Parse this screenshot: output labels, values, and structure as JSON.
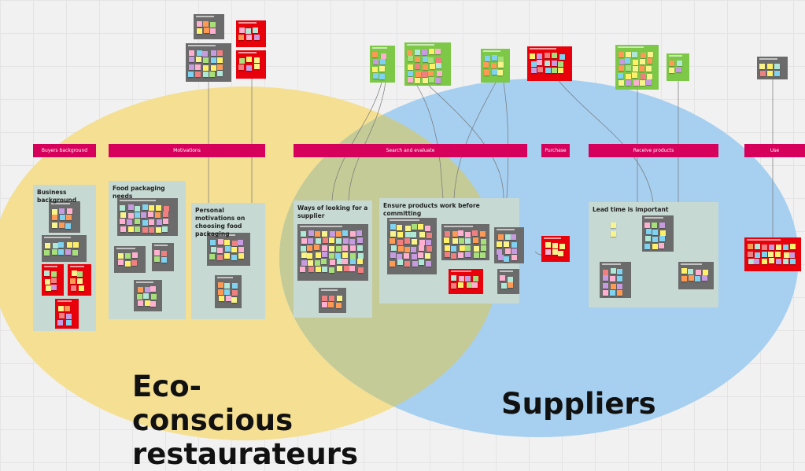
{
  "headers": [
    "Buyers background",
    "Motivations",
    "Search and evaluate",
    "Purchase",
    "Receive products",
    "Use"
  ],
  "panels": {
    "business_background": "Business background",
    "food_packaging_needs": "Food packaging needs",
    "personal_motivations": "Personal motivations on choosing food packaging",
    "ways_of_looking": "Ways of looking for a supplier",
    "ensure_products": "Ensure products work before committing",
    "lead_time": "Lead time is important"
  },
  "venn": {
    "left_label": "Eco-conscious restaurateurs",
    "right_label": "Suppliers"
  },
  "colors": {
    "header": "#d6005c",
    "yellow": "#f4df93",
    "blue": "#a6cff0",
    "overlap": "#c5cb97",
    "panel": "#c6d9d3",
    "stickies": [
      "#f8f38a",
      "#ffb0d0",
      "#c79be0",
      "#7fd3f0",
      "#ff9a55",
      "#a7e07a",
      "#f08080",
      "#fff06a",
      "#b0e8d8"
    ]
  }
}
